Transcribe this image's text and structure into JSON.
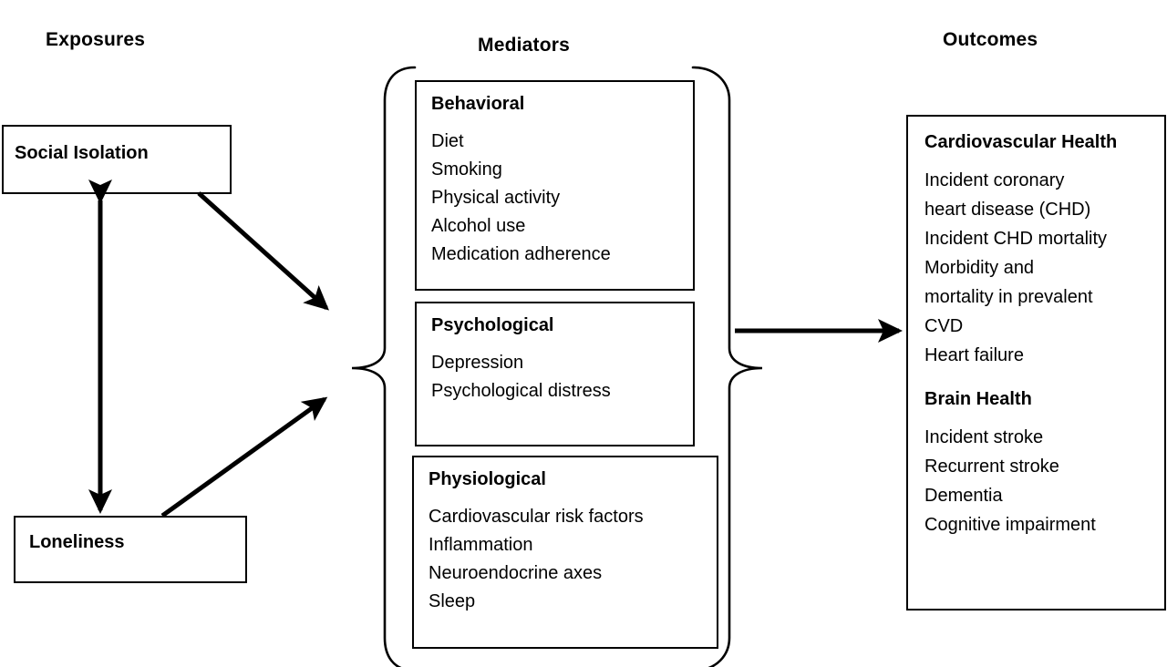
{
  "columns": {
    "exposures": {
      "title": "Exposures"
    },
    "mediators": {
      "title": "Mediators"
    },
    "outcomes": {
      "title": "Outcomes"
    }
  },
  "exposures": {
    "nodes": [
      {
        "label": "Social Isolation"
      },
      {
        "label": "Loneliness"
      }
    ]
  },
  "mediators": {
    "panels": [
      {
        "title": "Behavioral",
        "items": [
          "Diet",
          "Smoking",
          "Physical activity",
          "Alcohol use",
          "Medication adherence"
        ]
      },
      {
        "title": "Psychological",
        "items": [
          "Depression",
          "Psychological distress"
        ]
      },
      {
        "title": "Physiological",
        "items": [
          "Cardiovascular risk factors",
          "Inflammation",
          "Neuroendocrine axes",
          "Sleep"
        ]
      }
    ]
  },
  "outcomes": {
    "groups": [
      {
        "title": "Cardiovascular Health",
        "items": [
          "Incident coronary",
          "heart disease (CHD)",
          "Incident CHD mortality",
          "Morbidity and",
          "mortality in prevalent",
          "CVD",
          "Heart failure"
        ]
      },
      {
        "title": "Brain Health",
        "items": [
          "Incident stroke",
          "Recurrent stroke",
          "Dementia",
          "Cognitive impairment"
        ]
      }
    ]
  },
  "connectors": [
    {
      "name": "social-isolation-to-loneliness",
      "type": "double-arrow-vertical"
    },
    {
      "name": "social-isolation-to-mediators",
      "type": "arrow-diagonal-down"
    },
    {
      "name": "loneliness-to-mediators",
      "type": "arrow-diagonal-up"
    },
    {
      "name": "mediators-to-outcomes",
      "type": "arrow-horizontal"
    }
  ],
  "style": {
    "stroke": "#000000",
    "background": "#ffffff"
  }
}
